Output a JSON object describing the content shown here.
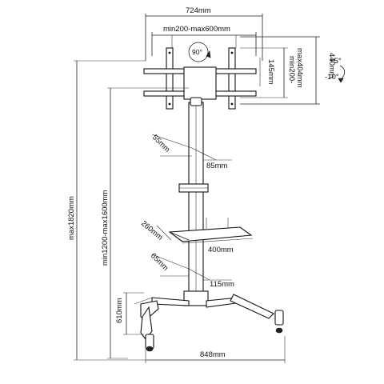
{
  "diagram": {
    "labels": {
      "vesa_width_total": "724mm",
      "vesa_width_range": "min200-max600mm",
      "vesa_height_total": "440mm",
      "vesa_height_range_line1": "min200-",
      "vesa_height_range_line2": "max404mm",
      "bracket_spacing": "145mm",
      "rotation": "90°",
      "tilt_up": "+5°",
      "tilt_down": "-10°",
      "column_depth": "55mm",
      "column_width": "85mm",
      "shelf_depth": "260mm",
      "shelf_width": "400mm",
      "base_depth": "65mm",
      "base_width": "115mm",
      "total_height": "max1820mm",
      "mount_height": "min1200-max1600mm",
      "foot_depth": "610mm",
      "foot_width": "848mm"
    }
  }
}
